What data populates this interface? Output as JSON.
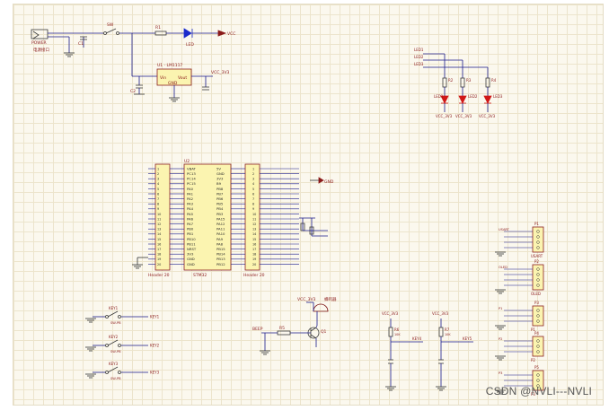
{
  "colors": {
    "wire": "#1a1a8a",
    "component": "#3a3a3a",
    "ic_fill": "#fbf4b0",
    "ic_border": "#8a2020",
    "label": "#8a1a1a",
    "net": "#2a2a2a",
    "led": "#d01818",
    "diode": "#1a2acc",
    "ground": "#333333",
    "buzzer": "#7a1010"
  },
  "power": {
    "jack": "POWER",
    "jack_sub": "电源接口",
    "switch": "SW",
    "resistor": "R1",
    "led_note": "LED",
    "net_out": "VCC",
    "cap": "C1",
    "cap2": "C2",
    "regulator_title": "U1 · LM1117",
    "reg_in": "Vin",
    "reg_out": "Vout",
    "reg_gnd": "GND",
    "vcc_net": "VCC_3V3"
  },
  "leds": {
    "net_labels": [
      "LED1",
      "LED2",
      "LED3"
    ],
    "res_labels": [
      "R2",
      "R3",
      "R4"
    ],
    "led_labels": [
      "LED1",
      "LED2",
      "LED3"
    ],
    "bottom_labels": [
      "VCC_3V3",
      "VCC_3V3",
      "VCC_3V3"
    ]
  },
  "mcu": {
    "name": "U2",
    "part": "STM32",
    "left_header": "Header 20",
    "right_header": "Header 20",
    "gnd_net": "GND",
    "left_pins": [
      "VBAT",
      "PC13",
      "PC14",
      "PC15",
      "PA0",
      "PA1",
      "PA2",
      "PA3",
      "PA4",
      "PA5",
      "PA6",
      "PA7",
      "PB0",
      "PB1",
      "PB10",
      "PB11",
      "NRST",
      "3V3",
      "GND",
      "GND"
    ],
    "right_pins": [
      "5V",
      "GND",
      "3V3",
      "B9",
      "PB8",
      "PB7",
      "PB6",
      "PB5",
      "PB4",
      "PB3",
      "PA15",
      "PA12",
      "PA11",
      "PA10",
      "PA9",
      "PA8",
      "PB15",
      "PB14",
      "PB13",
      "PB12"
    ]
  },
  "switches": {
    "labels": [
      "KEY1",
      "KEY2",
      "KEY3"
    ],
    "nets": [
      "KEY1",
      "KEY2",
      "KEY3"
    ],
    "part": "SW-PB"
  },
  "buzzer": {
    "title": "蜂鸣器",
    "transistor": "Q1",
    "base_res": "R5",
    "net_in": "BEEP",
    "supply": "VCC_3V3"
  },
  "sensors": {
    "res_labels": [
      "R6",
      "R7"
    ],
    "nets": [
      "KEY4",
      "KEY5"
    ],
    "supply": "VCC_3V3",
    "part": "10K"
  },
  "connectors": [
    {
      "ref": "P1",
      "name": "USART"
    },
    {
      "ref": "P2",
      "name": "OLED"
    },
    {
      "ref": "P3",
      "name": "P1"
    },
    {
      "ref": "P4",
      "name": "P2"
    },
    {
      "ref": "P5",
      "name": "P3"
    }
  ],
  "watermark": "CSDN @NVLI---NVLI"
}
